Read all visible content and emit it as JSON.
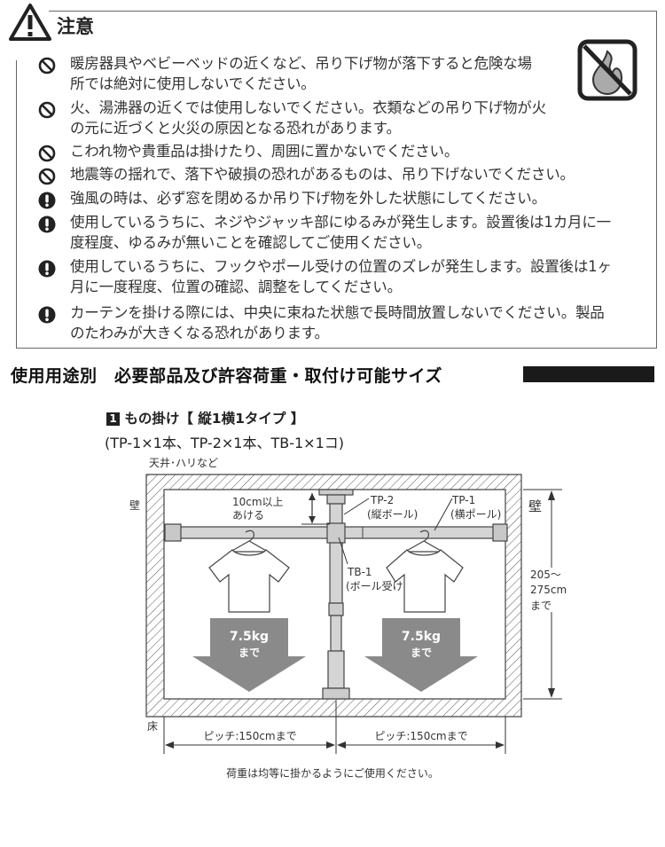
{
  "caution": {
    "title": "注意",
    "items": [
      {
        "icon": "prohibited-icon",
        "text": "暖房器具やベビーベッドの近くなど、吊り下げ物が落下すると危険な場\n所では絶対に使用しないでください。"
      },
      {
        "icon": "prohibited-icon",
        "text": "火、湯沸器の近くでは使用しないでください。衣類などの吊り下げ物が火\nの元に近づくと火災の原因となる恐れがあります。"
      },
      {
        "icon": "prohibited-icon",
        "text": "こわれ物や貴重品は掛けたり、周囲に置かないでください。"
      },
      {
        "icon": "prohibited-icon",
        "text": "地震等の揺れで、落下や破損の恐れがあるものは、吊り下げないでください。"
      },
      {
        "icon": "exclamation-icon",
        "text": "強風の時は、必ず窓を閉めるか吊り下げ物を外した状態にしてください。"
      },
      {
        "icon": "exclamation-icon",
        "text": "使用しているうちに、ネジやジャッキ部にゆるみが発生します。設置後は1カ月に一\n度程度、ゆるみが無いことを確認してご使用ください。"
      },
      {
        "icon": "exclamation-icon",
        "text": "使用しているうちに、フックやポール受けの位置のズレが発生します。設置後は1ヶ\n月に一度程度、位置の確認、調整をしてください。"
      },
      {
        "icon": "exclamation-icon",
        "text": "カーテンを掛ける際には、中央に束ねた状態で長時間放置しないでください。製品\nのたわみが大きくなる恐れがあります。"
      }
    ]
  },
  "section": {
    "heading": "使用用途別　必要部品及び許容荷重・取付け可能サイズ",
    "number": "1",
    "subtitle": "もの掛け【 縦1横1タイプ 】",
    "parts": "(TP-1×1本、TP-2×1本、TB-1×1コ)"
  },
  "diagram": {
    "ceiling": "天井･ハリなど",
    "wall_left": "壁",
    "wall_right": "壁",
    "clearance_1": "10cm以上",
    "clearance_2": "あける",
    "tp2": "TP-2",
    "tp2_desc": "(縦ボール)",
    "tp1": "TP-1",
    "tp1_desc": "(横ポール)",
    "tb1": "TB-1",
    "tb1_desc": "(ボール受け)",
    "height_1": "205～",
    "height_2": "275cm",
    "height_3": "まで",
    "load_1": "7.5kg",
    "load_2": "まで",
    "floor": "床",
    "pitch_left": "ピッチ:150cmまで",
    "pitch_right": "ピッチ:150cmまで",
    "note": "荷重は均等に掛かるようにご使用ください。"
  },
  "colors": {
    "arrow": "#8a8a8a",
    "pole": "#d4d4d4",
    "bar": "#1a1a1a"
  }
}
